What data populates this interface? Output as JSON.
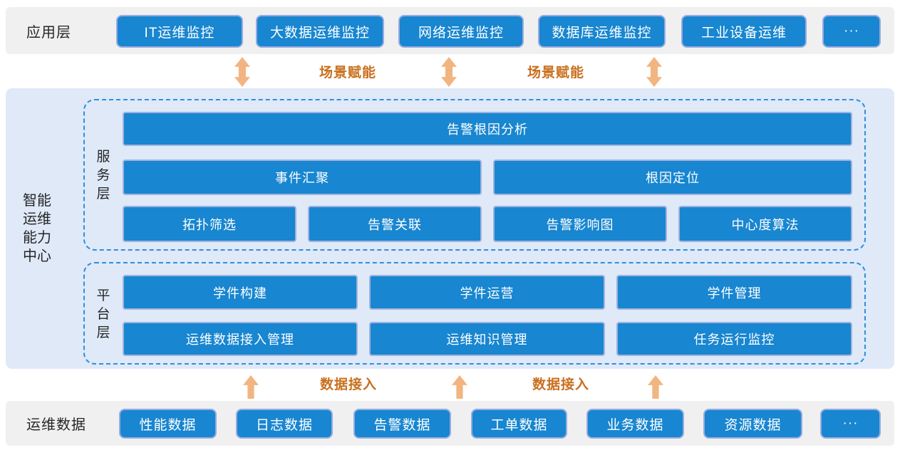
{
  "app_layer": {
    "label": "应用层",
    "items": [
      "IT运维监控",
      "大数据运维监控",
      "网络运维监控",
      "数据库运维监控",
      "工业设备运维",
      "···"
    ]
  },
  "scene_links": {
    "label_left": "场景赋能",
    "label_right": "场景赋能"
  },
  "center": {
    "label": "智能\n运维\n能力\n中心",
    "service_layer": {
      "label": "服\n务\n层",
      "row1": [
        "告警根因分析"
      ],
      "row2": [
        "事件汇聚",
        "根因定位"
      ],
      "row3": [
        "拓扑筛选",
        "告警关联",
        "告警影响图",
        "中心度算法"
      ]
    },
    "platform_layer": {
      "label": "平\n台\n层",
      "row1": [
        "学件构建",
        "学件运营",
        "学件管理"
      ],
      "row2": [
        "运维数据接入管理",
        "运维知识管理",
        "任务运行监控"
      ]
    }
  },
  "data_links": {
    "label_left": "数据接入",
    "label_right": "数据接入"
  },
  "data_layer": {
    "label": "运维数据",
    "items": [
      "性能数据",
      "日志数据",
      "告警数据",
      "工单数据",
      "业务数据",
      "资源数据",
      "···"
    ]
  },
  "colors": {
    "box_blue": "#1886d0",
    "box_border": "#97abe1",
    "block_border": "#9fb3de",
    "band_gray": "#f0f0f1",
    "band_blue": "#dfe9f8",
    "dash_blue": "#2e8fdf",
    "arrow_orange": "#f2b581",
    "text_orange": "#c96f1e",
    "label_dark": "#262626"
  }
}
